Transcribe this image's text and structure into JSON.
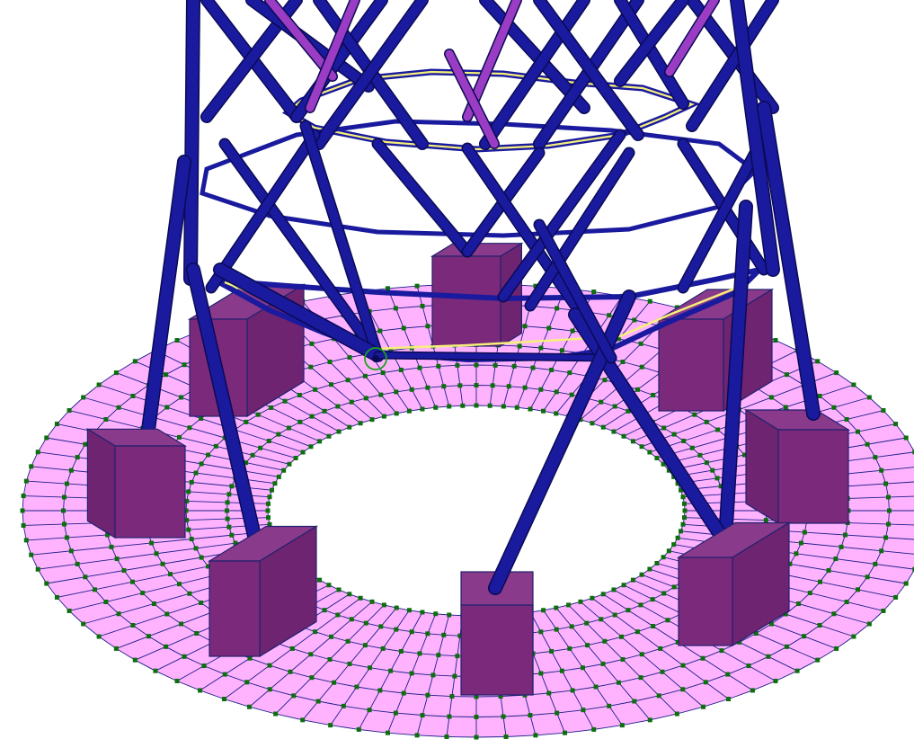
{
  "viewport": {
    "background": "#ffffff",
    "projection": "perspective-3d"
  },
  "scene": {
    "subject": "lattice-tower-base-fem-model",
    "colors": {
      "mesh_fill": "#ffb3ff",
      "mesh_line": "#1e1e8a",
      "node": "#0c6e0c",
      "member": "#1a1a9e",
      "member_edge": "#0a0a55",
      "diagonal_strut": "#9a3cc4",
      "ring_brace": "#f5f07a",
      "footing": "#7b2a7b",
      "footing_edge": "#22226e",
      "selection_marker": "#1aa31a"
    },
    "counts": {
      "foundation_blocks": 8,
      "mesh_rings": 6,
      "mesh_sectors": 96
    }
  }
}
